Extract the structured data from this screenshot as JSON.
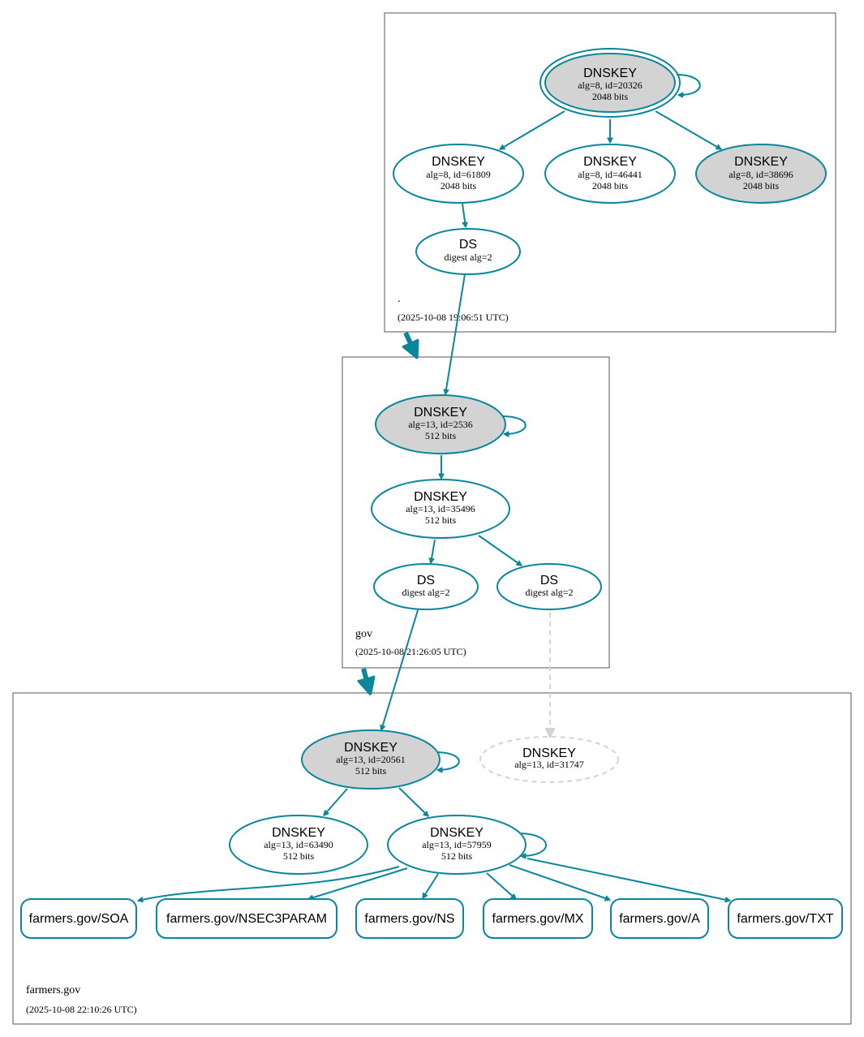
{
  "zones": {
    "root": {
      "name": ".",
      "timestamp": "(2025-10-08 19:06:51 UTC)"
    },
    "gov": {
      "name": "gov",
      "timestamp": "(2025-10-08 21:26:05 UTC)"
    },
    "farmers": {
      "name": "farmers.gov",
      "timestamp": "(2025-10-08 22:10:26 UTC)"
    }
  },
  "nodes": {
    "root_ksk": {
      "title": "DNSKEY",
      "detail": "alg=8, id=20326",
      "size": "2048 bits"
    },
    "root_zsk1": {
      "title": "DNSKEY",
      "detail": "alg=8, id=61809",
      "size": "2048 bits"
    },
    "root_zsk2": {
      "title": "DNSKEY",
      "detail": "alg=8, id=46441",
      "size": "2048 bits"
    },
    "root_ksk2": {
      "title": "DNSKEY",
      "detail": "alg=8, id=38696",
      "size": "2048 bits"
    },
    "root_ds": {
      "title": "DS",
      "detail": "digest alg=2"
    },
    "gov_ksk": {
      "title": "DNSKEY",
      "detail": "alg=13, id=2536",
      "size": "512 bits"
    },
    "gov_zsk": {
      "title": "DNSKEY",
      "detail": "alg=13, id=35496",
      "size": "512 bits"
    },
    "gov_ds1": {
      "title": "DS",
      "detail": "digest alg=2"
    },
    "gov_ds2": {
      "title": "DS",
      "detail": "digest alg=2"
    },
    "fg_ksk": {
      "title": "DNSKEY",
      "detail": "alg=13, id=20561",
      "size": "512 bits"
    },
    "fg_missing": {
      "title": "DNSKEY",
      "detail": "alg=13, id=31747"
    },
    "fg_zsk1": {
      "title": "DNSKEY",
      "detail": "alg=13, id=63490",
      "size": "512 bits"
    },
    "fg_zsk2": {
      "title": "DNSKEY",
      "detail": "alg=13, id=57959",
      "size": "512 bits"
    }
  },
  "rrsets": [
    "farmers.gov/SOA",
    "farmers.gov/NSEC3PARAM",
    "farmers.gov/NS",
    "farmers.gov/MX",
    "farmers.gov/A",
    "farmers.gov/TXT"
  ],
  "colors": {
    "valid": "#0a879a",
    "ksk_fill": "#d3d3d3",
    "missing": "#d3d3d3"
  }
}
